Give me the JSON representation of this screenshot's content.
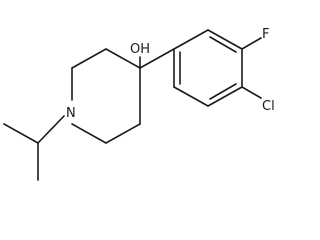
{
  "molecule": {
    "atoms": {
      "hydroxyl": "OH",
      "fluorine": "F",
      "chlorine": "Cl",
      "nitrogen": "N"
    },
    "colors": {
      "bond": "#1a1a1a",
      "label": "#1a1a1a",
      "background": "#ffffff"
    }
  }
}
